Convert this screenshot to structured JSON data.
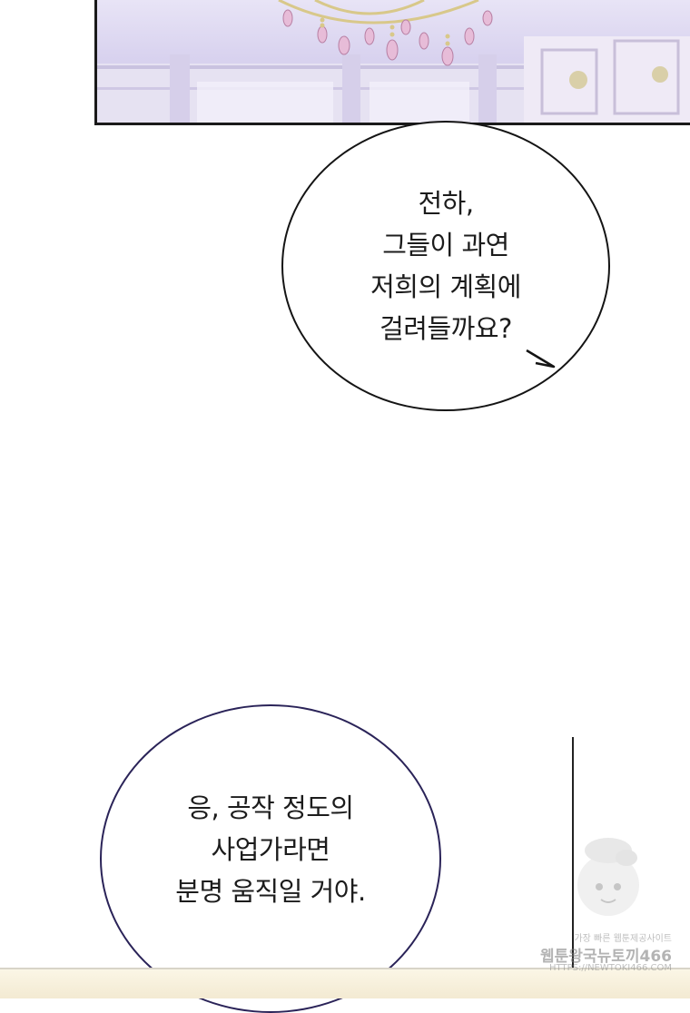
{
  "bubble_1": {
    "lines": [
      "전하,",
      "그들이 과연",
      "저희의 계획에",
      "걸려들까요?"
    ]
  },
  "bubble_2": {
    "lines": [
      "응, 공작 정도의",
      "사업가라면",
      "분명 움직일 거야."
    ]
  },
  "watermark": {
    "line_1": "가장 빠른 웹툰제공사이트",
    "line_2": "웹툰왕국뉴토끼466",
    "line_3": "HTTPS://NEWTOKI466.COM"
  },
  "colors": {
    "panel_top_bg": "#d9d3ef",
    "bubble_border_1": "#141414",
    "bubble_border_2": "#2a2358",
    "text": "#1c1c1c"
  }
}
